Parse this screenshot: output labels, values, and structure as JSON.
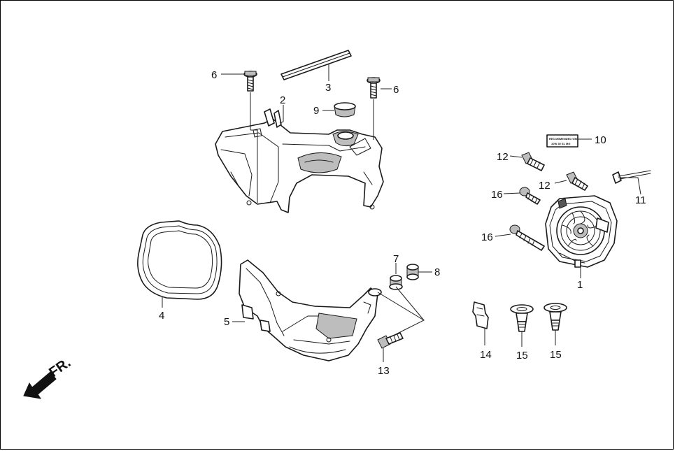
{
  "callouts": {
    "c1": "1",
    "c2": "2",
    "c3": "3",
    "c4": "4",
    "c5": "5",
    "c6a": "6",
    "c6b": "6",
    "c7": "7",
    "c8": "8",
    "c9": "9",
    "c10": "10",
    "c11": "11",
    "c12a": "12",
    "c12b": "12",
    "c13": "13",
    "c14": "14",
    "c15a": "15",
    "c15b": "15",
    "c16a": "16",
    "c16b": "16"
  },
  "label_sticker": {
    "line1": "RECOMMENDED GEL",
    "line2": "10W 30 SL MG"
  },
  "direction_marker": {
    "text": "FR."
  },
  "colors": {
    "line": "#1a1a1a",
    "shade": "#bdbdbd",
    "background": "#ffffff"
  }
}
